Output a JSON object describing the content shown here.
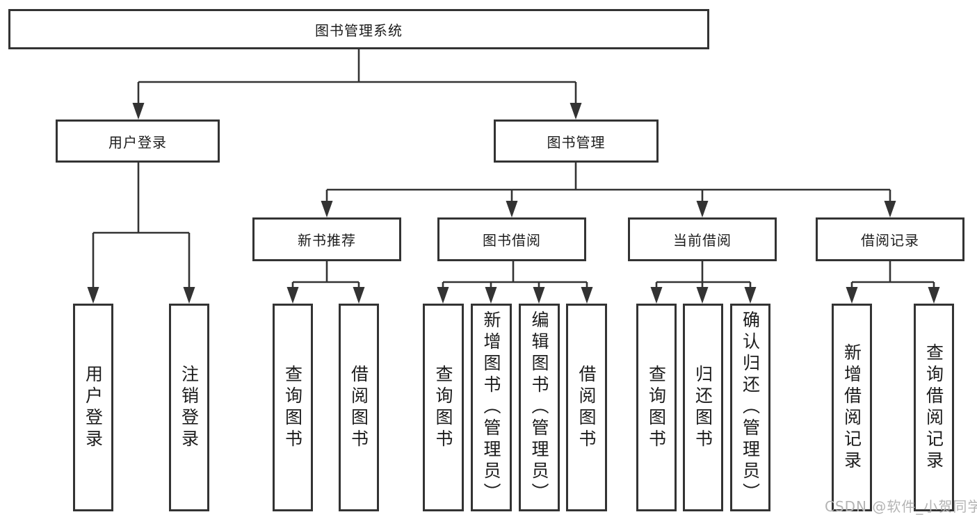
{
  "tree": {
    "root": "图书管理系统",
    "login": {
      "label": "用户登录",
      "leaves": [
        "用户登录",
        "注销登录"
      ]
    },
    "mgmt": {
      "label": "图书管理",
      "groups": [
        {
          "label": "新书推荐",
          "leaves": [
            "查询图书",
            "借阅图书"
          ]
        },
        {
          "label": "图书借阅",
          "leaves": [
            "查询图书",
            "新增图书（管理员）",
            "编辑图书（管理员）",
            "借阅图书"
          ]
        },
        {
          "label": "当前借阅",
          "leaves": [
            "查询图书",
            "归还图书",
            "确认归还（管理员）"
          ]
        },
        {
          "label": "借阅记录",
          "leaves": [
            "新增借阅记录",
            "查询借阅记录"
          ]
        }
      ]
    }
  },
  "watermark": {
    "text": "CSDN @软件_小贺同学",
    "color": "#b4b4b4"
  },
  "colors": {
    "line": "#333333",
    "box_border": "#333333",
    "box_background": "#ffffff",
    "text": "#1c1c1c",
    "page_background": "#ffffff"
  }
}
